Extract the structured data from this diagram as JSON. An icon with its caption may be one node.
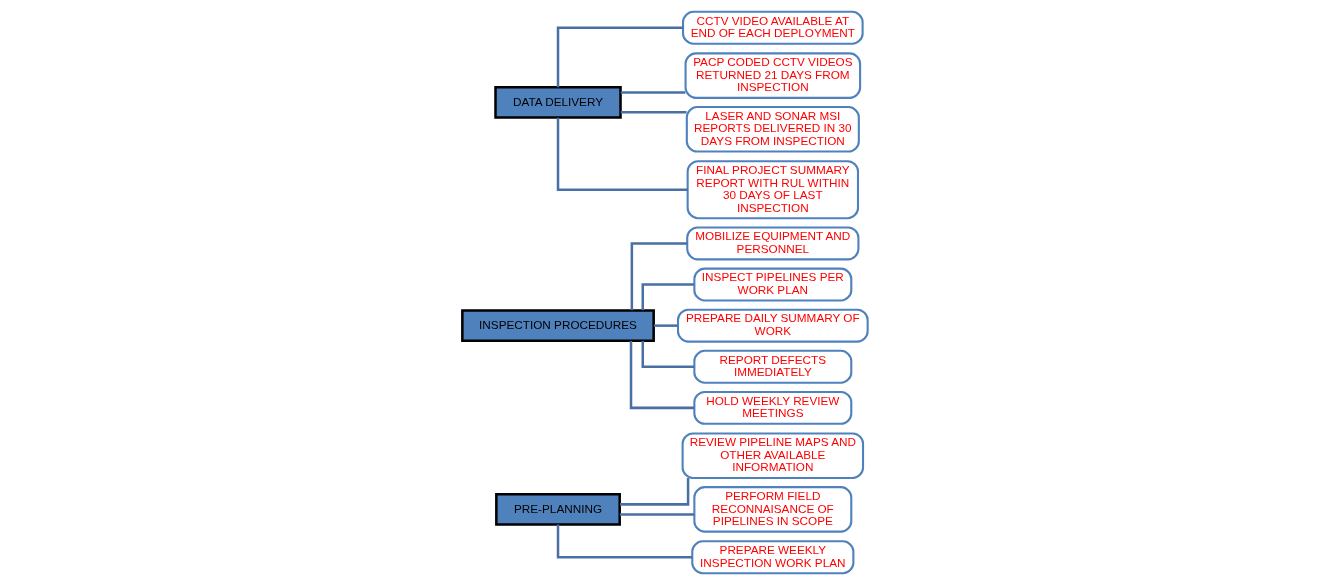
{
  "diagram": {
    "nodes": [
      {
        "text": [
          "PRE-PLANNING"
        ]
      },
      {
        "text": [
          "REVIEW PIPELINE MAPS AND OTHER AVAILABLE INFORMATION"
        ]
      },
      {
        "text": [
          "PERFORM FIELD RECONNAISANCE OF PIPELINES IN SCOPE"
        ]
      },
      {
        "text": [
          "PREPARE WEEKLY INSPECTION WORK PLAN"
        ]
      },
      {
        "text": [
          "INSPECTION PROCEDURES"
        ]
      },
      {
        "text": [
          "MOBILIZE EQUIPMENT AND PERSONNEL"
        ]
      },
      {
        "text": [
          "INSPECT PIPELINES PER WORK PLAN"
        ]
      },
      {
        "text": [
          "PREPARE DAILY SUMMARY OF WORK"
        ]
      },
      {
        "text": [
          "REPORT DEFECTS IMMEDIATELY"
        ]
      },
      {
        "text": [
          "HOLD WEEKLY REVIEW MEETINGS"
        ]
      },
      {
        "text": [
          "DATA DELIVERY"
        ]
      },
      {
        "text": [
          "CCTV VIDEO AVAILABLE AT END OF EACH DEPLOYMENT"
        ]
      },
      {
        "text": [
          "PACP CODED CCTV VIDEOS RETURNED 21 DAYS FROM INSPECTION"
        ]
      },
      {
        "text": [
          "LASER AND SONAR MSI REPORTS DELIVERED IN 30 DAYS FROM INSPECTION"
        ]
      },
      {
        "text": [
          "FINAL PROJECT SUMMARY REPORT WITH RUL WITHIN 30 DAYS OF LAST INSPECTION"
        ]
      }
    ],
    "edges": [
      {
        "from": 0,
        "to": 1,
        "arrow": "none"
      },
      {
        "from": 0,
        "to": 2,
        "arrow": "none"
      },
      {
        "from": 0,
        "to": 3,
        "arrow": "none"
      },
      {
        "from": 4,
        "to": 5,
        "arrow": "none"
      },
      {
        "from": 4,
        "to": 6,
        "arrow": "none"
      },
      {
        "from": 4,
        "to": 7,
        "arrow": "none"
      },
      {
        "from": 4,
        "to": 8,
        "arrow": "none"
      },
      {
        "from": 4,
        "to": 9,
        "arrow": "none"
      },
      {
        "from": 10,
        "to": 11,
        "arrow": "none"
      },
      {
        "from": 10,
        "to": 12,
        "arrow": "none"
      },
      {
        "from": 10,
        "to": 13,
        "arrow": "none"
      },
      {
        "from": 10,
        "to": 14,
        "arrow": "none"
      }
    ]
  }
}
